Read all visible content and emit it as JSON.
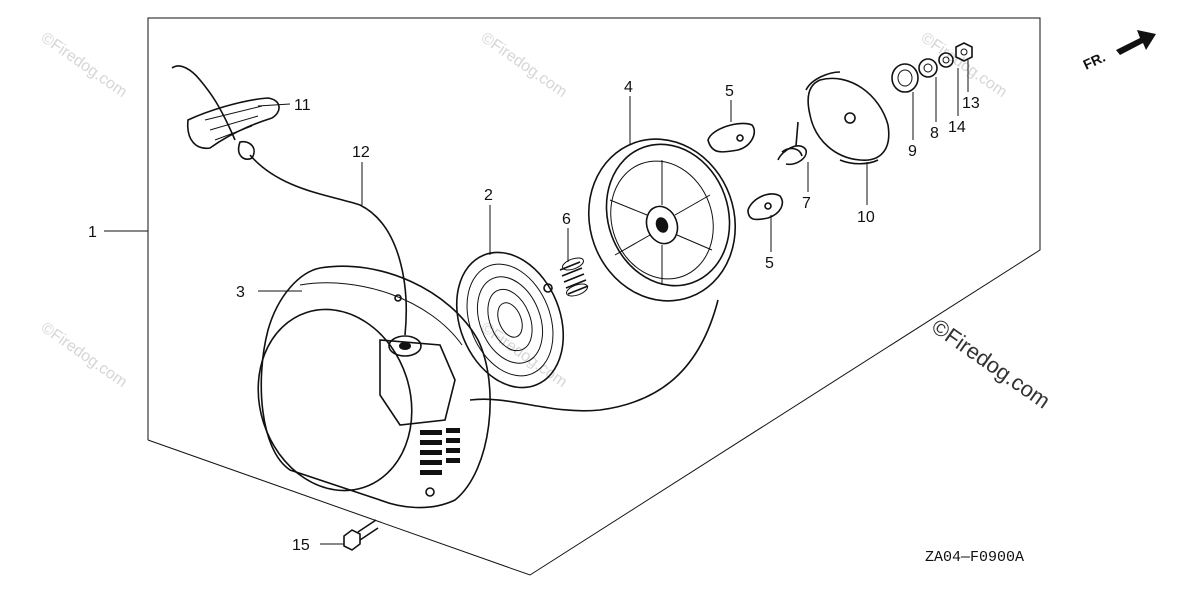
{
  "callouts": {
    "c1": "1",
    "c2": "2",
    "c3": "3",
    "c4": "4",
    "c5a": "5",
    "c5b": "5",
    "c6": "6",
    "c7": "7",
    "c8": "8",
    "c9": "9",
    "c10": "10",
    "c11": "11",
    "c12": "12",
    "c13": "13",
    "c14": "14",
    "c15": "15"
  },
  "diagram_code": "ZA04—F0900A",
  "front_indicator": "FR.",
  "watermark": "©Firedog.com",
  "watermark_faint": "©Firedog.com",
  "colors": {
    "ink": "#111111",
    "watermark": "#d6d6d6",
    "background": "#ffffff"
  }
}
